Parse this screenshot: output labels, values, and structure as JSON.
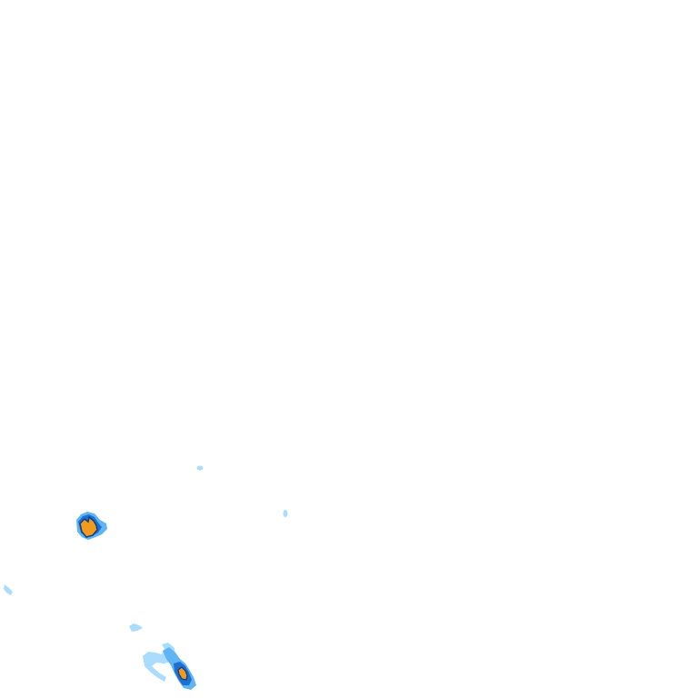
{
  "map": {
    "kind": "precipitation-radar-tile",
    "background": "#ffffff",
    "intensity_colors": {
      "light": "#a9dcff",
      "moderate": "#5fb4f4",
      "heavy": "#1f6fd0",
      "outline": "#0b3f8a",
      "very_heavy": "#f29a1b"
    },
    "echoes": [
      {
        "id": "cell-west",
        "levels": [
          "moderate",
          "heavy",
          "very_heavy"
        ]
      },
      {
        "id": "cell-south",
        "levels": [
          "light",
          "moderate",
          "heavy",
          "very_heavy"
        ]
      },
      {
        "id": "band-south",
        "levels": [
          "light"
        ]
      },
      {
        "id": "speck-center",
        "levels": [
          "light"
        ]
      },
      {
        "id": "speck-mid",
        "levels": [
          "light"
        ]
      },
      {
        "id": "speck-edge",
        "levels": [
          "light"
        ]
      },
      {
        "id": "speck-southwest",
        "levels": [
          "light"
        ]
      }
    ]
  }
}
